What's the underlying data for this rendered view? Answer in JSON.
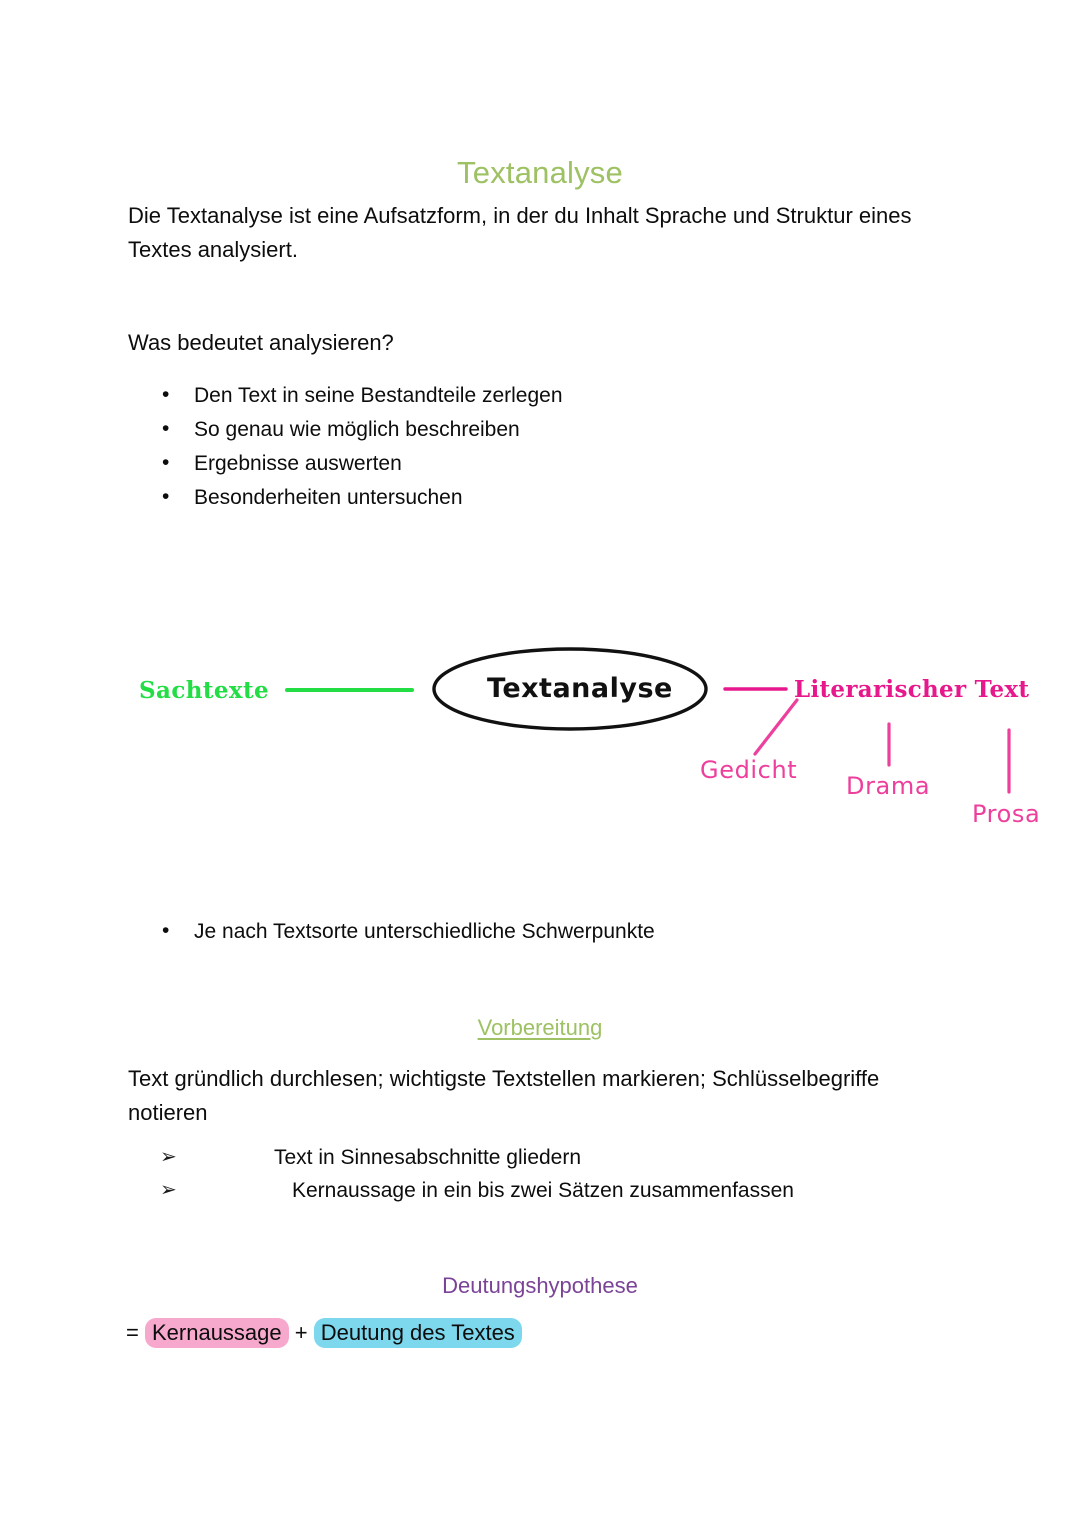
{
  "document": {
    "title": "Textanalyse",
    "intro": "Die Textanalyse ist eine Aufsatzform, in der du Inhalt Sprache und Struktur eines Textes analysiert.",
    "question": "Was bedeutet analysieren?",
    "analyse_bullets": [
      {
        "glyph": "•",
        "text": "Den Text in seine Bestandteile zerlegen"
      },
      {
        "glyph": "•",
        "text": "So genau wie möglich beschreiben"
      },
      {
        "glyph": "•",
        "text": "Ergebnisse auswerten"
      },
      {
        "glyph": "•",
        "text": "Besonderheiten untersuchen"
      }
    ],
    "textsorte_bullet": {
      "glyph": "•",
      "text": "Je nach Textsorte unterschiedliche Schwerpunkte"
    }
  },
  "mindmap": {
    "center": "Textanalyse",
    "left_branch": "Sachtexte",
    "right_branch": "Literarischer Text",
    "sub_branches": [
      "Gedicht",
      "Drama",
      "Prosa"
    ],
    "colors": {
      "left": "#22dd44",
      "right": "#e6188c",
      "sub": "#ed3f9c",
      "ellipse": "#111111"
    }
  },
  "vorbereitung": {
    "heading": "Vorbereitung",
    "paragraph": "Text gründlich durchlesen; wichtigste Textstellen markieren; Schlüsselbegriffe notieren",
    "steps": [
      {
        "glyph": "➢",
        "text": "Text in Sinnesabschnitte gliedern"
      },
      {
        "glyph": "➢",
        "text": "Kernaussage in ein bis zwei Sätzen zusammenfassen"
      }
    ]
  },
  "deutungshypothese": {
    "heading": "Deutungshypothese",
    "equals_sign": "=",
    "term_a": "Kernaussage",
    "plus_sign": "+",
    "term_b": "Deutung des Textes",
    "term_a_highlight": "#f7a8cd",
    "term_b_highlight": "#7dd8ee",
    "heading_color": "#7b4397"
  },
  "theme": {
    "accent_green": "#9dc163",
    "page_background": "#ffffff",
    "body_text": "#0d0d0d"
  }
}
